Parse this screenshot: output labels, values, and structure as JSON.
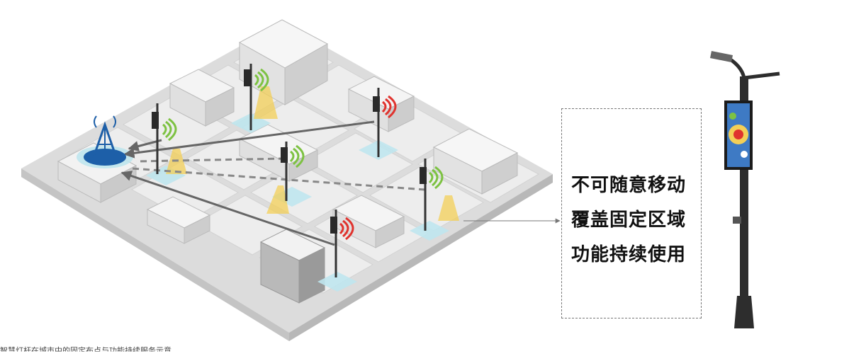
{
  "features": [
    "不可随意移动",
    "覆盖固定区域",
    "功能持续使用"
  ],
  "caption": "智慧灯杆在城市中的固定布点与功能持续服务示意",
  "colors": {
    "signal_green": "#7dc242",
    "signal_red": "#e0332e",
    "tower_blue": "#1d5fa8",
    "light_beam": "#f3cf57",
    "pad_cyan": "#bfe6ee",
    "road": "#cfcfcf",
    "block": "#e9e9e9",
    "arrow": "#666666"
  }
}
